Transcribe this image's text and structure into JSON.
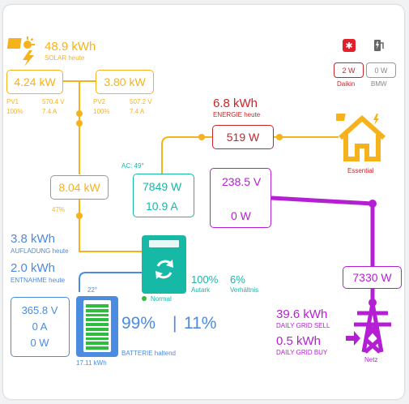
{
  "colors": {
    "solar": "#f6b21c",
    "grid": "#b51fd3",
    "battery": "#4b8be0",
    "inverter": "#16b8a6",
    "load": "#c8252a",
    "battery_green": "#2ebd3c",
    "grey": "#888888"
  },
  "icons": {
    "solar": "solar-power-icon",
    "daikin": "snowflake-icon",
    "bmw": "ev-charger-icon",
    "home": "home-solar-icon",
    "inverter": "sync-icon",
    "grid": "transmission-tower-icon",
    "battery": "battery-icon"
  },
  "solar": {
    "total": "48.9 kWh",
    "total_label": "SOLAR heute",
    "pv1": {
      "power": "4.24 kW",
      "name": "PV1",
      "voltage": "570.4 V",
      "percent": "100%",
      "current": "7.4 A"
    },
    "pv2": {
      "power": "3.80 kW",
      "name": "PV2",
      "voltage": "507.2 V",
      "percent": "100%",
      "current": "7.4 A"
    },
    "combined": "8.04 kW",
    "combined_percent": "47%"
  },
  "loads": {
    "daikin": {
      "value": "2 W",
      "label": "Daikin"
    },
    "bmw": {
      "value": "0 W",
      "label": "BMW"
    },
    "energy": "6.8 kWh",
    "energy_label": "ENERGIE heute",
    "essential_power": "519 W",
    "essential_label": "Essential"
  },
  "inverter": {
    "ac_temp": "AC: 49°",
    "power": "7849 W",
    "current": "10.9 A",
    "status": "Normal",
    "autark": "100%",
    "autark_label": "Autark",
    "ratio": "6%",
    "ratio_label": "Verhältnis"
  },
  "grid": {
    "voltage": "238.5 V",
    "power": "0 W",
    "total_power": "7330 W",
    "sell": "39.6 kWh",
    "sell_label": "DAILY GRID SELL",
    "buy": "0.5 kWh",
    "buy_label": "DAILY GRID BUY",
    "label": "Netz"
  },
  "battery": {
    "charged": "3.8 kWh",
    "charged_label": "AUFLADUNG heute",
    "discharged": "2.0 kWh",
    "discharged_label": "ENTNAHME heute",
    "voltage": "365.8 V",
    "current": "0 A",
    "power": "0 W",
    "temp": "22°",
    "capacity": "17.11 kWh",
    "soc": "99%",
    "sep": "|",
    "soc2": "11%",
    "status": "BATTERIE haltend",
    "fill_fraction": 0.99
  }
}
